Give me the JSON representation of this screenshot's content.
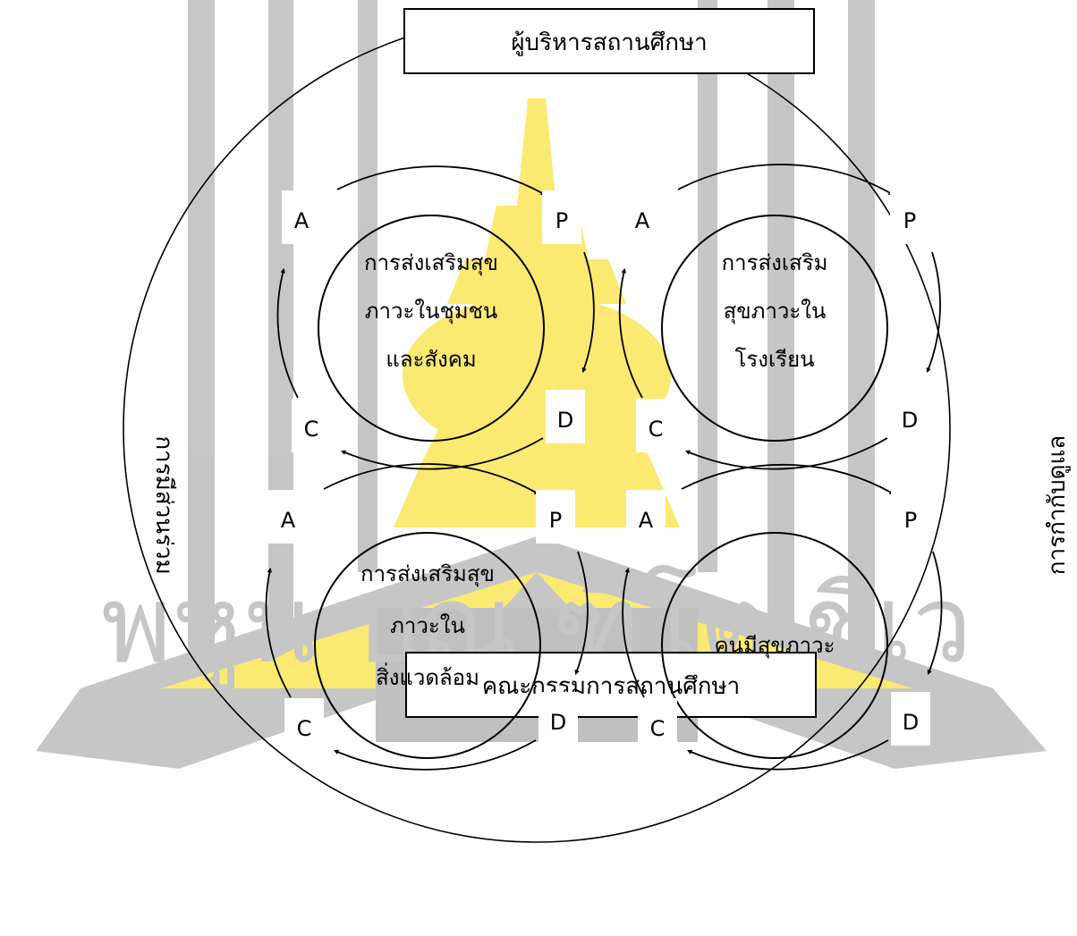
{
  "header_box": {
    "label": "ผู้บริหารสถานศึกษา"
  },
  "footer_box": {
    "label": "คณะกรรมการสถานศึกษา"
  },
  "side_labels": {
    "left": "การมีส่วนร่วม",
    "right": "การกำกับดูแล"
  },
  "cycles": [
    {
      "id": "top-left",
      "center_lines": [
        "การส่งเสริมสุข",
        "ภาวะในชุมชน",
        "และสังคม"
      ],
      "p": "P",
      "d": "D",
      "c": "C",
      "a": "A"
    },
    {
      "id": "top-right",
      "center_lines": [
        "การส่งเสริม",
        "สุขภาวะใน",
        "โรงเรียน"
      ],
      "p": "P",
      "d": "D",
      "c": "C",
      "a": "A"
    },
    {
      "id": "bottom-left",
      "center_lines": [
        "การส่งเสริมสุข",
        "ภาวะใน",
        "สิ่งแวดล้อม"
      ],
      "p": "P",
      "d": "D",
      "c": "C",
      "a": "A"
    },
    {
      "id": "bottom-right",
      "center_lines": [
        "คนมีสุขภาวะ"
      ],
      "p": "P",
      "d": "D",
      "c": "C",
      "a": "A"
    }
  ],
  "watermark": {
    "text": "พหูน ปณ ฑิโต ชีเว",
    "gray": "#c4c4c4",
    "yellow": "#fbe96a"
  }
}
